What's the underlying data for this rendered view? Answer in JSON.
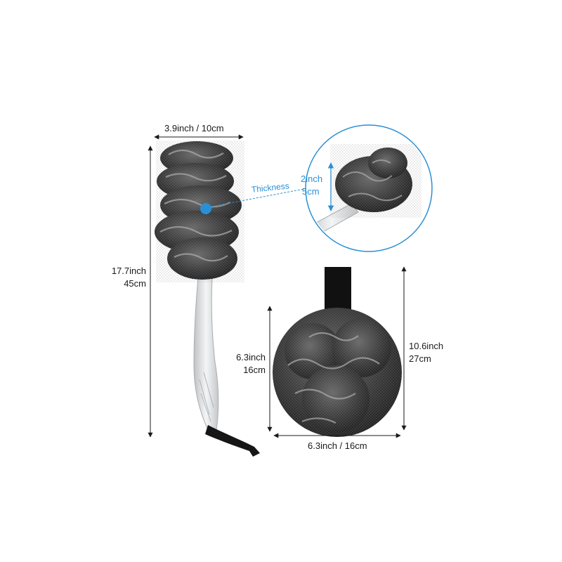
{
  "colors": {
    "accent": "#2a8fd6",
    "dimension_line": "#1a1a1a",
    "sponge_dark": "#2b2b2b",
    "sponge_mid": "#5a5a5a",
    "sponge_light": "#9a9a9a",
    "handle": "#d8dadc"
  },
  "long_handle_sponge": {
    "width_label": "3.9inch / 10cm",
    "height_label_line1": "17.7inch",
    "height_label_line2": "45cm"
  },
  "thickness_detail": {
    "callout_label": "Thickness",
    "height_label_line1": "2inch",
    "height_label_line2": "5cm"
  },
  "loofah_ball": {
    "width_label": "6.3inch / 16cm",
    "ball_height_line1": "6.3inch",
    "ball_height_line2": "16cm",
    "total_height_line1": "10.6inch",
    "total_height_line2": "27cm"
  }
}
